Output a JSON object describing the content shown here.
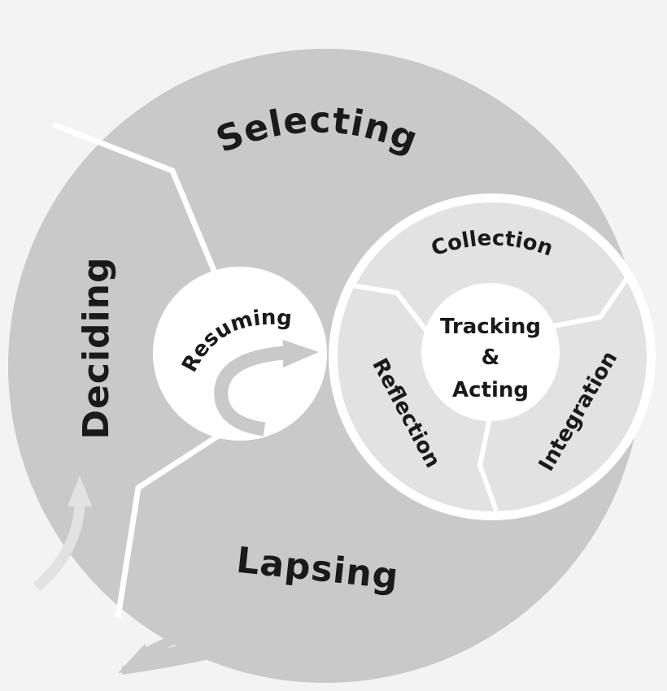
{
  "diagram": {
    "outer_stages": {
      "selecting": "Selecting",
      "deciding": "Deciding",
      "lapsing": "Lapsing"
    },
    "resuming": "Resuming",
    "inner_stages": {
      "collection": "Collection",
      "integration": "Integration",
      "reflection": "Reflection"
    },
    "center": {
      "line1": "Tracking",
      "line2": "&",
      "line3": "Acting"
    },
    "colors": {
      "background": "#f3f3f3",
      "outer_fill": "#c9c9c9",
      "inner_fill": "#e2e2e2",
      "white": "#ffffff",
      "arrow": "#c9c9c9",
      "text": "#1a1a1a"
    }
  }
}
